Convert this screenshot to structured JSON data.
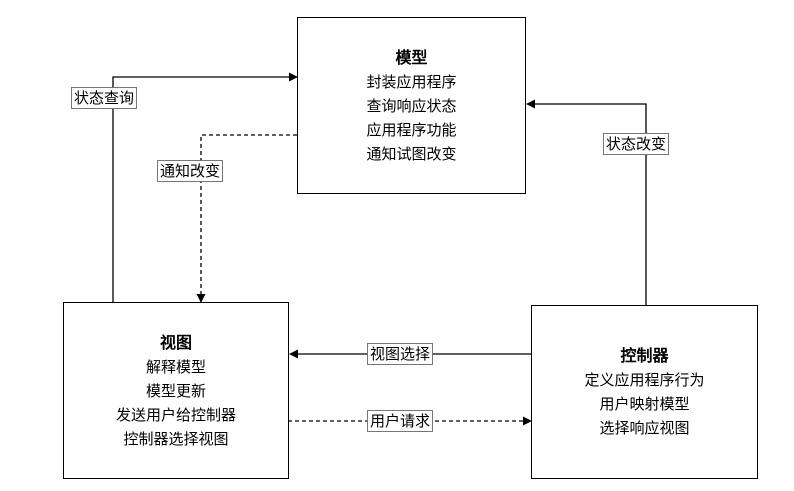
{
  "model": {
    "title": "模型",
    "lines": [
      "封装应用程序",
      "查询响应状态",
      "应用程序功能",
      "通知试图改变"
    ]
  },
  "view": {
    "title": "视图",
    "lines": [
      "解释模型",
      "模型更新",
      "发送用户给控制器",
      "控制器选择视图"
    ]
  },
  "controller": {
    "title": "控制器",
    "lines": [
      "定义应用程序行为",
      "用户映射模型",
      "选择响应视图"
    ]
  },
  "edges": {
    "state_query": "状态查询",
    "notify_change": "通知改变",
    "state_change": "状态改变",
    "view_select": "视图选择",
    "user_request": "用户请求"
  }
}
